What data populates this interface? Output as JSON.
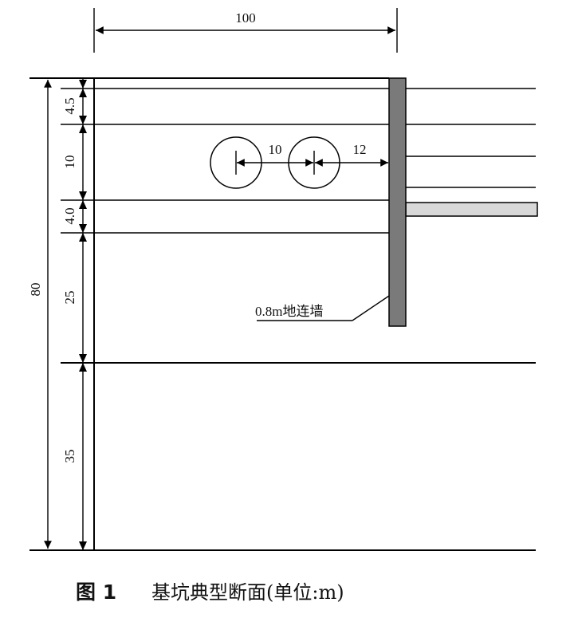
{
  "dimensions": {
    "top_width": "100",
    "total_depth": "80",
    "layers": [
      "4.5",
      "10",
      "4.0",
      "25",
      "35"
    ],
    "tunnel_spacing": "10",
    "tunnel_to_wall": "12"
  },
  "wall_label": "0.8m地连墙",
  "caption": {
    "figure": "图 1",
    "text": "基坑典型断面(单位:m)"
  },
  "colors": {
    "wall": "#7a7a7a",
    "strut": "#d8d8d8",
    "line": "#000000"
  }
}
